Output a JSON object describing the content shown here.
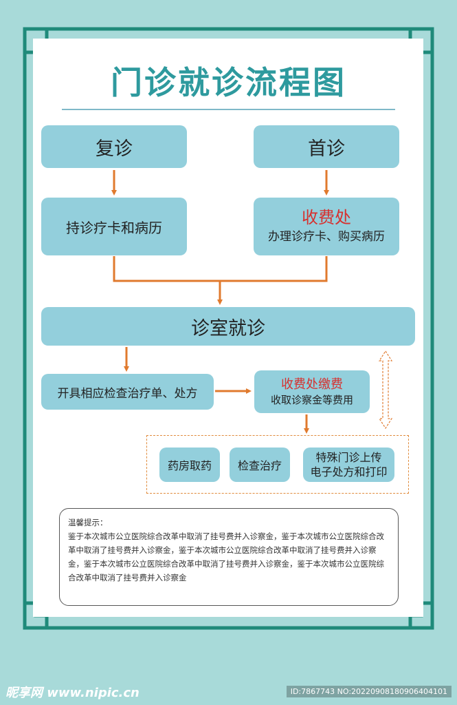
{
  "colors": {
    "background": "#a8dad9",
    "frame": "#1f8a7a",
    "title": "#2e9a9e",
    "box": "#93cfdc",
    "arrow": "#e07a2e",
    "highlight": "#d7302e"
  },
  "title": "门诊就诊流程图",
  "nodes": {
    "revisit": "复诊",
    "first_visit": "首诊",
    "bring_card": "持诊疗卡和病历",
    "cashier_title": "收费处",
    "cashier_sub": "办理诊疗卡、购买病历",
    "consult_room": "诊室就诊",
    "prescribe": "开具相应检查治疗单、处方",
    "payment_title": "收费处缴费",
    "payment_sub": "收取诊察金等费用",
    "pharmacy": "药房取药",
    "exam": "检查治疗",
    "special_line1": "特殊门诊上传",
    "special_line2": "电子处方和打印"
  },
  "notice": {
    "title": "温馨提示：",
    "body": "鉴于本次城市公立医院综合改革中取消了挂号费并入诊察金，鉴于本次城市公立医院综合改革中取消了挂号费并入诊察金，鉴于本次城市公立医院综合改革中取消了挂号费并入诊察金，鉴于本次城市公立医院综合改革中取消了挂号费并入诊察金，鉴于本次城市公立医院综合改革中取消了挂号费并入诊察金"
  },
  "watermark": {
    "logo": "昵享网 www.nipic.cn",
    "id": "ID:7867743 NO:20220908180906404101"
  }
}
